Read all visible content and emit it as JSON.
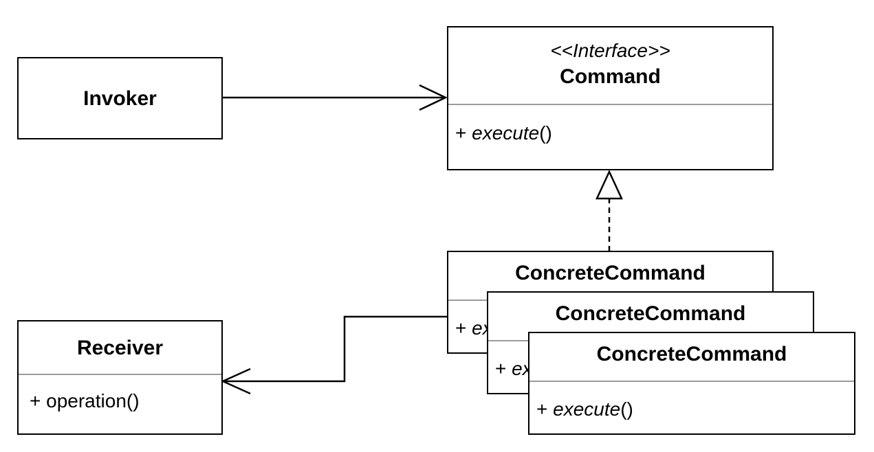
{
  "invoker": {
    "name": "Invoker"
  },
  "command": {
    "stereotype": "<<Interface>>",
    "name": "Command",
    "member_prefix": "+ ",
    "member_name": "execute",
    "member_suffix": "()"
  },
  "concrete_commands": [
    {
      "name": "ConcreteCommand",
      "member_prefix": "+ ",
      "member_name": "execute",
      "member_suffix": "()"
    },
    {
      "name": "ConcreteCommand",
      "member_prefix": "+ ",
      "member_name": "execute",
      "member_suffix": "()"
    },
    {
      "name": "ConcreteCommand",
      "member_prefix": "+ ",
      "member_name": "execute",
      "member_suffix": "()"
    }
  ],
  "receiver": {
    "name": "Receiver",
    "member": "+ operation()"
  },
  "relationships": [
    {
      "from": "Invoker",
      "to": "Command",
      "type": "association"
    },
    {
      "from": "ConcreteCommand",
      "to": "Command",
      "type": "realization"
    },
    {
      "from": "ConcreteCommand",
      "to": "Receiver",
      "type": "association"
    }
  ]
}
